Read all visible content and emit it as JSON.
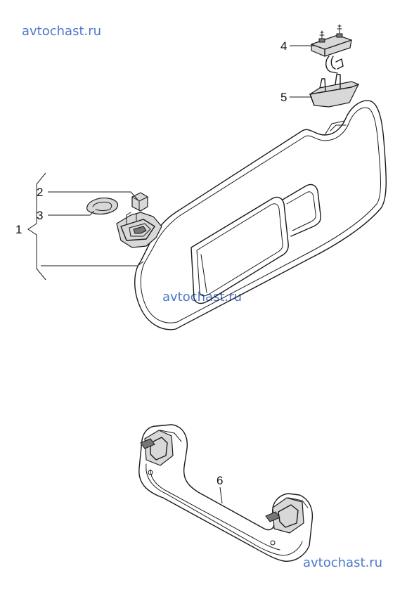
{
  "watermarks": {
    "top": "avtochast.ru",
    "middle": "avtochast.ru",
    "bottom": "avtochast.ru"
  },
  "callouts": {
    "c1": "1",
    "c2": "2",
    "c3": "3",
    "c4": "4",
    "c5": "5",
    "c6": "6"
  }
}
